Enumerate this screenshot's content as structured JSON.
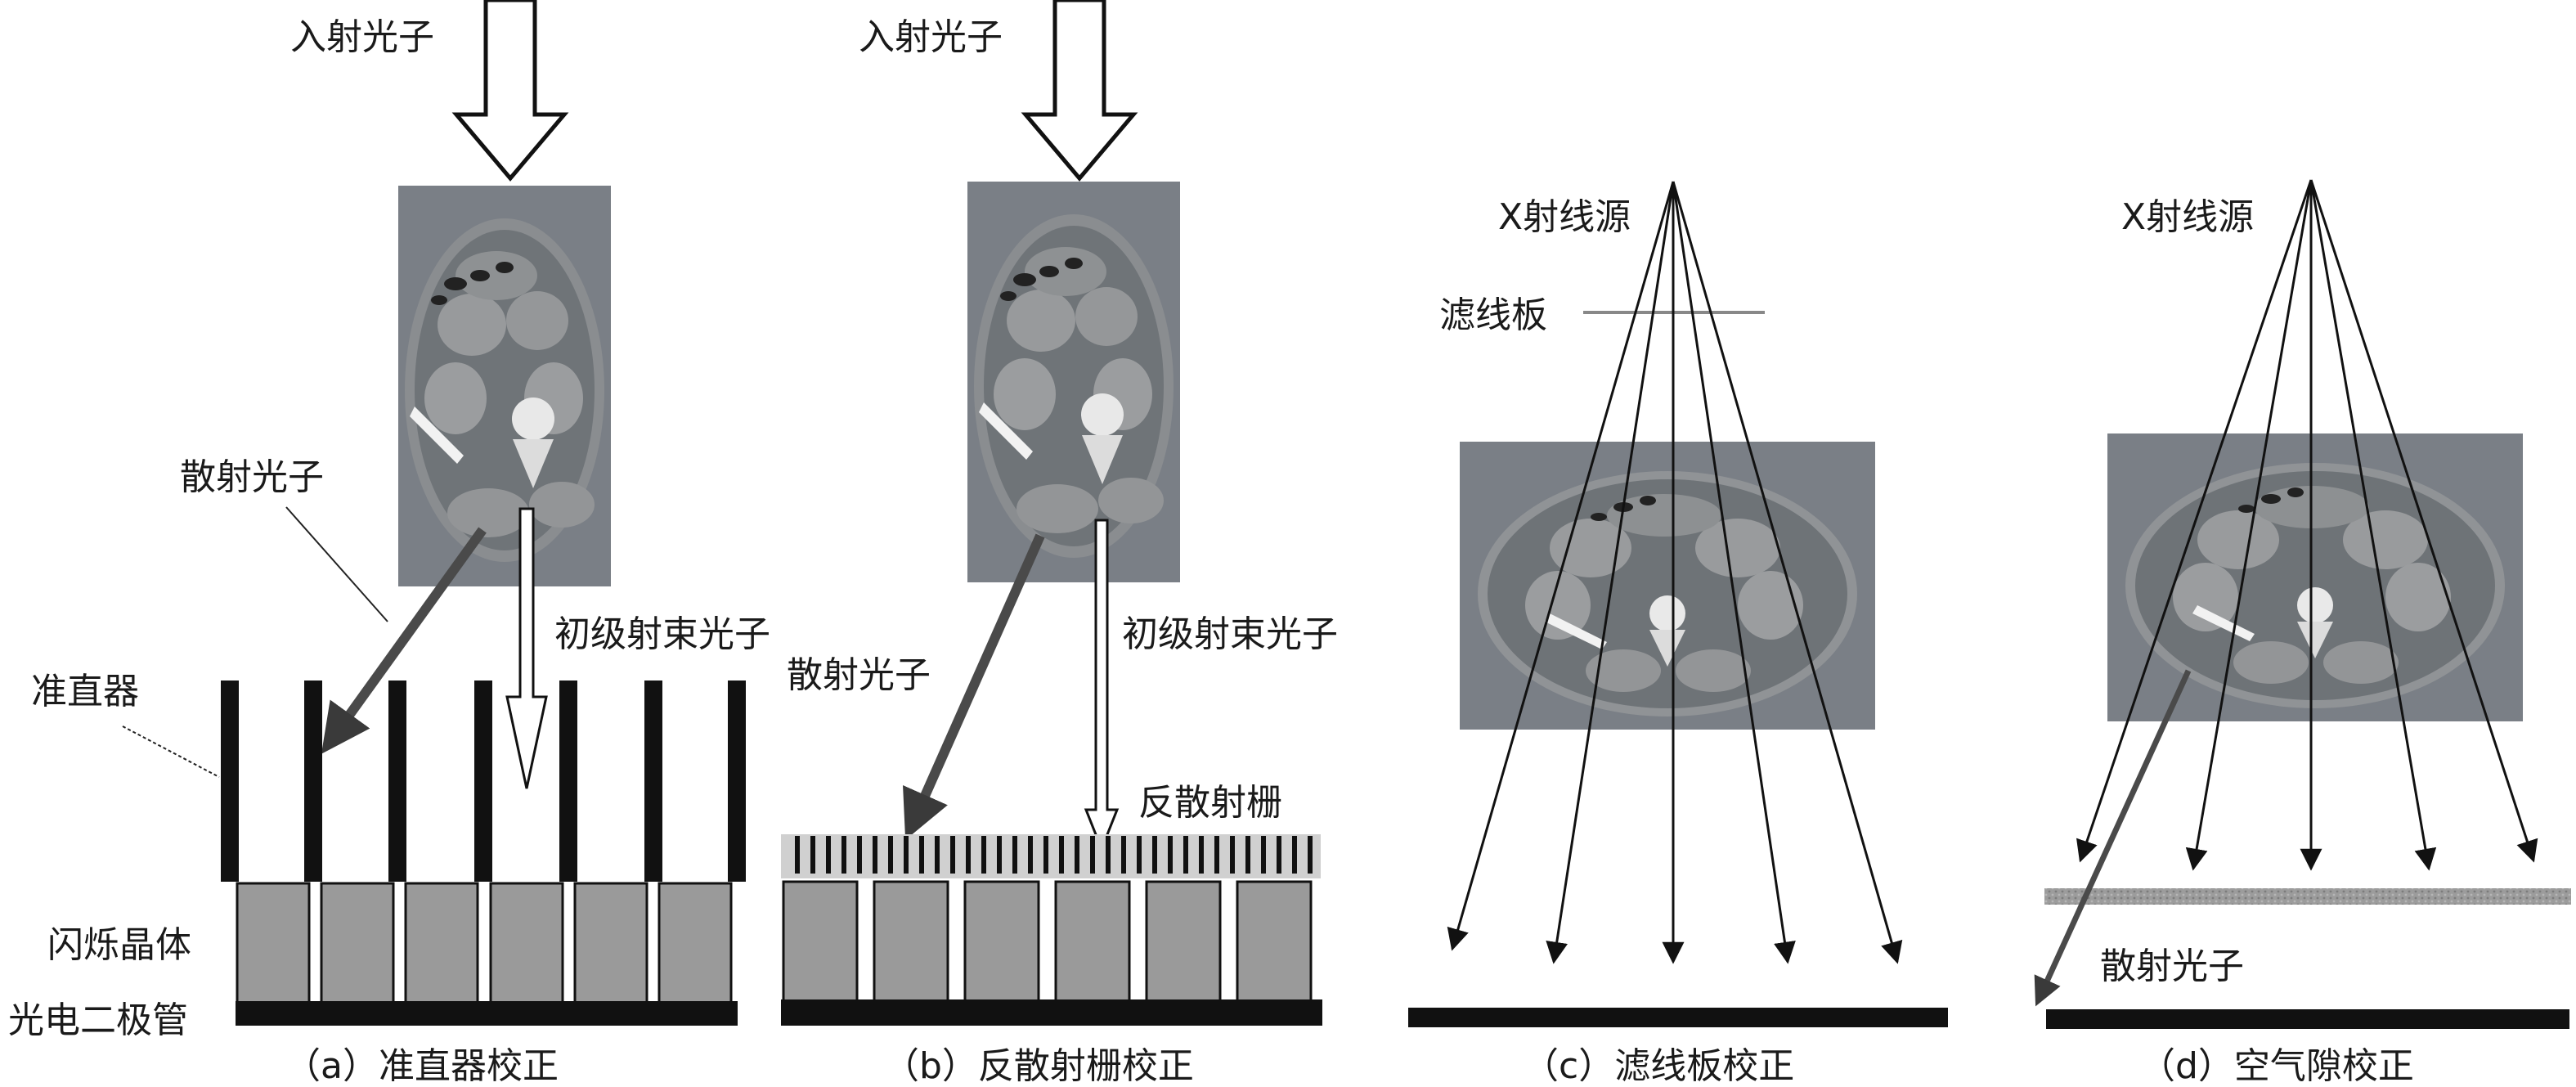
{
  "panels": [
    {
      "caption": "（a）准直器校正",
      "labels": {
        "incident": "入射光子",
        "scatter": "散射光子",
        "primary": "初级射束光子",
        "collimator": "准直器",
        "scintillator": "闪烁晶体",
        "photodiode": "光电二极管"
      }
    },
    {
      "caption": "（b）反散射栅校正",
      "labels": {
        "incident": "入射光子",
        "scatter": "散射光子",
        "primary": "初级射束光子",
        "grid": "反散射栅"
      }
    },
    {
      "caption": "（c）滤线板校正",
      "labels": {
        "source": "X射线源",
        "filter": "滤线板"
      }
    },
    {
      "caption": "（d）空气隙校正",
      "labels": {
        "source": "X射线源",
        "scatter": "散射光子"
      }
    }
  ],
  "colors": {
    "ct_bg": "#7a7f86",
    "detector": "#9a9a9a",
    "grid_bg": "#d0d0d0",
    "black": "#111111"
  }
}
